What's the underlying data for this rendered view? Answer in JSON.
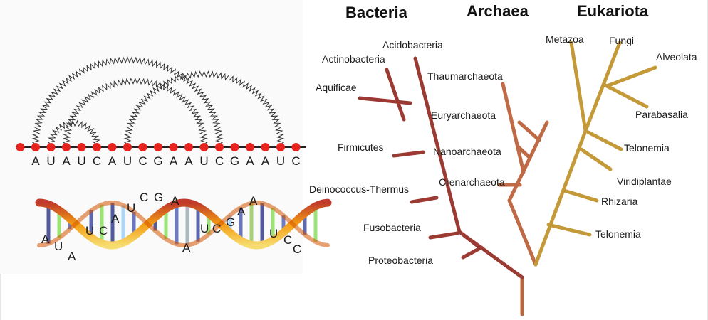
{
  "domains": [
    {
      "key": "bacteria",
      "label": "Bacteria",
      "color": "#9b3a32"
    },
    {
      "key": "archaea",
      "label": "Archaea",
      "color": "#c06a45"
    },
    {
      "key": "eukariota",
      "label": "Eukariota",
      "color": "#c49a38"
    }
  ],
  "bacteria_taxa": [
    "Acidobacteria",
    "Actinobacteria",
    "Aquificae",
    "Firmicutes",
    "Deinococcus-Thermus",
    "Fusobacteria",
    "Proteobacteria"
  ],
  "archaea_taxa": [
    "Thaumarchaeota",
    "Euryarchaeota",
    "Nanoarchaeota",
    "Crenarchaeota"
  ],
  "eukariota_taxa": [
    "Metazoa",
    "Fungi",
    "Alveolata",
    "Parabasalia",
    "Telonemia",
    "Viridiplantae",
    "Rhizaria",
    "Telonemia"
  ],
  "rna_sequence": [
    "A",
    "U",
    "A",
    "U",
    "C",
    "A",
    "U",
    "C",
    "G",
    "A",
    "A",
    "U",
    "C",
    "G",
    "A",
    "A",
    "U",
    "C"
  ],
  "helix_letters": [
    "A",
    "U",
    "A",
    "U",
    "C",
    "A",
    "U",
    "C",
    "G",
    "A",
    "A",
    "U",
    "C",
    "G",
    "A",
    "A",
    "U",
    "C",
    "C"
  ],
  "colors": {
    "node": "#e8231f",
    "backbone": "#222222",
    "arc": "#333333"
  }
}
